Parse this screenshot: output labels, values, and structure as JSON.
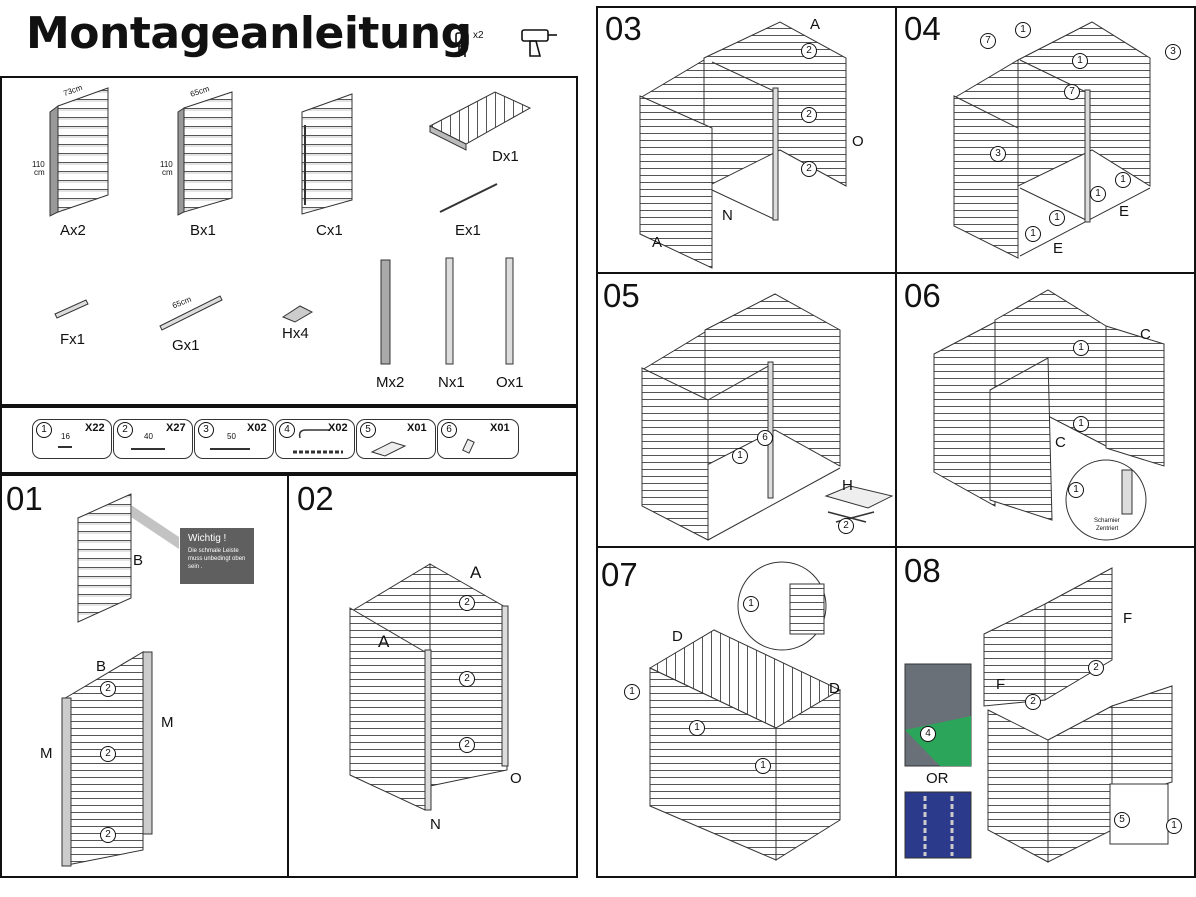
{
  "header": {
    "title": "Montageanleitung",
    "persons": "x2"
  },
  "parts": {
    "A": {
      "label": "Ax2",
      "width": "73cm",
      "height_a": "110",
      "height_b": "cm"
    },
    "B": {
      "label": "Bx1",
      "width": "65cm",
      "height_a": "110",
      "height_b": "cm"
    },
    "C": {
      "label": "Cx1"
    },
    "D": {
      "label": "Dx1"
    },
    "E": {
      "label": "Ex1"
    },
    "F": {
      "label": "Fx1"
    },
    "G": {
      "label": "Gx1",
      "width": "65cm"
    },
    "H": {
      "label": "Hx4"
    },
    "M": {
      "label": "Mx2"
    },
    "N": {
      "label": "Nx1"
    },
    "O": {
      "label": "Ox1"
    }
  },
  "hardware": [
    {
      "num": "1",
      "size": "16",
      "qty": "X22"
    },
    {
      "num": "2",
      "size": "40",
      "qty": "X27"
    },
    {
      "num": "3",
      "size": "50",
      "qty": "X02"
    },
    {
      "num": "4",
      "size": "",
      "qty": "X02"
    },
    {
      "num": "5",
      "size": "",
      "qty": "X01"
    },
    {
      "num": "6",
      "size": "",
      "qty": "X01"
    }
  ],
  "steps": {
    "s01": {
      "num": "01",
      "callout_title": "Wichtig !",
      "callout_text": "Die schmale Leiste muss unbedingt oben sein .",
      "labels": [
        "B",
        "B",
        "M",
        "M"
      ],
      "circles": [
        "2",
        "2",
        "2"
      ]
    },
    "s02": {
      "num": "02",
      "labels": [
        "A",
        "A",
        "O",
        "N"
      ],
      "circles": [
        "2",
        "2",
        "2"
      ]
    },
    "s03": {
      "num": "03",
      "labels": [
        "A",
        "O",
        "N",
        "A"
      ],
      "circles": [
        "2",
        "2",
        "2"
      ]
    },
    "s04": {
      "num": "04",
      "labels": [
        "E",
        "E"
      ],
      "circles": [
        "1",
        "7",
        "3",
        "1",
        "7",
        "3",
        "1",
        "1",
        "1",
        "1"
      ]
    },
    "s05": {
      "num": "05",
      "labels": [
        "H"
      ],
      "circles": [
        "6",
        "1",
        "2"
      ]
    },
    "s06": {
      "num": "06",
      "labels": [
        "C",
        "C"
      ],
      "circles": [
        "1",
        "1",
        "1"
      ],
      "detail_a": "Scharnier",
      "detail_b": "Zentriert"
    },
    "s07": {
      "num": "07",
      "labels": [
        "D",
        "D"
      ],
      "circles": [
        "1",
        "1",
        "1",
        "1"
      ]
    },
    "s08": {
      "num": "08",
      "labels": [
        "F",
        "F",
        "OR"
      ],
      "circles": [
        "2",
        "2",
        "4",
        "5",
        "1"
      ]
    }
  }
}
